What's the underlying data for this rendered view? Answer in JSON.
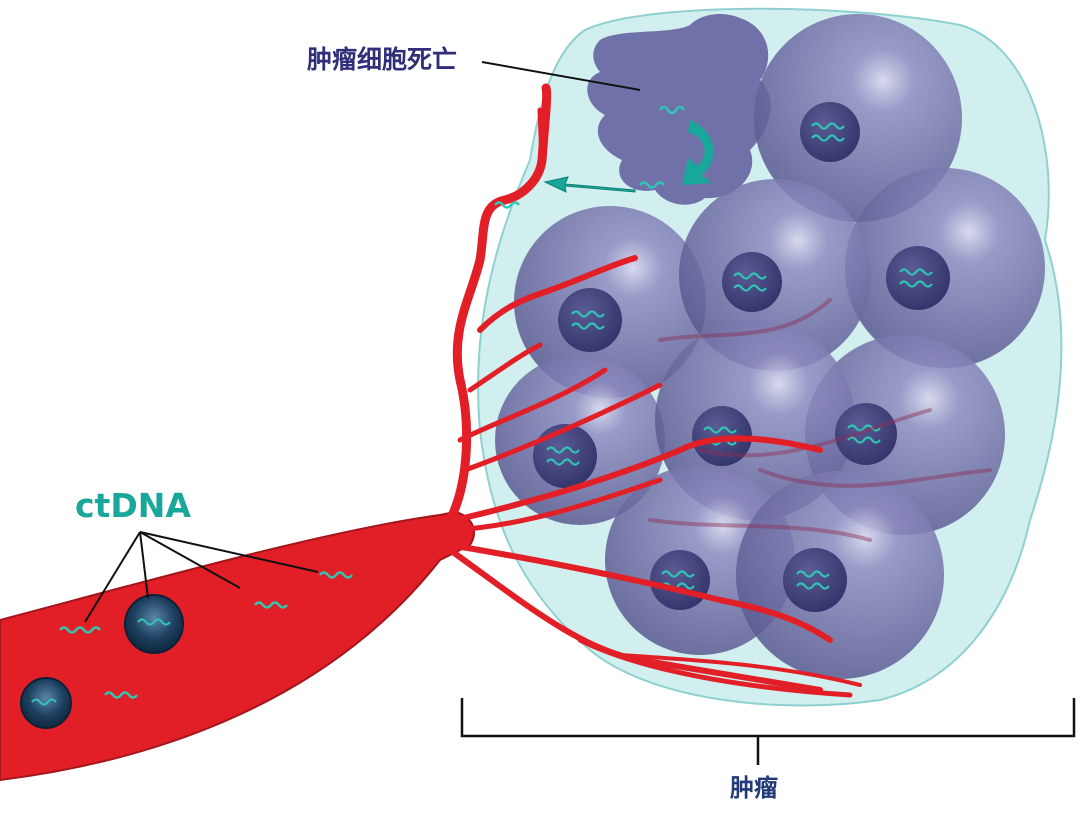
{
  "labels": {
    "cell_death": "肿瘤细胞死亡",
    "ctdna": "ctDNA",
    "tumor": "肿瘤"
  },
  "colors": {
    "blood": "#e21f26",
    "blood_dark": "#a3161c",
    "cell": "#6b6a9e",
    "nucleus": "#3f3f78",
    "matrix": "#cfeeee",
    "dna": "#26b6a8",
    "text_dark": "#2f2f7a",
    "text_teal": "#1aa79b"
  }
}
